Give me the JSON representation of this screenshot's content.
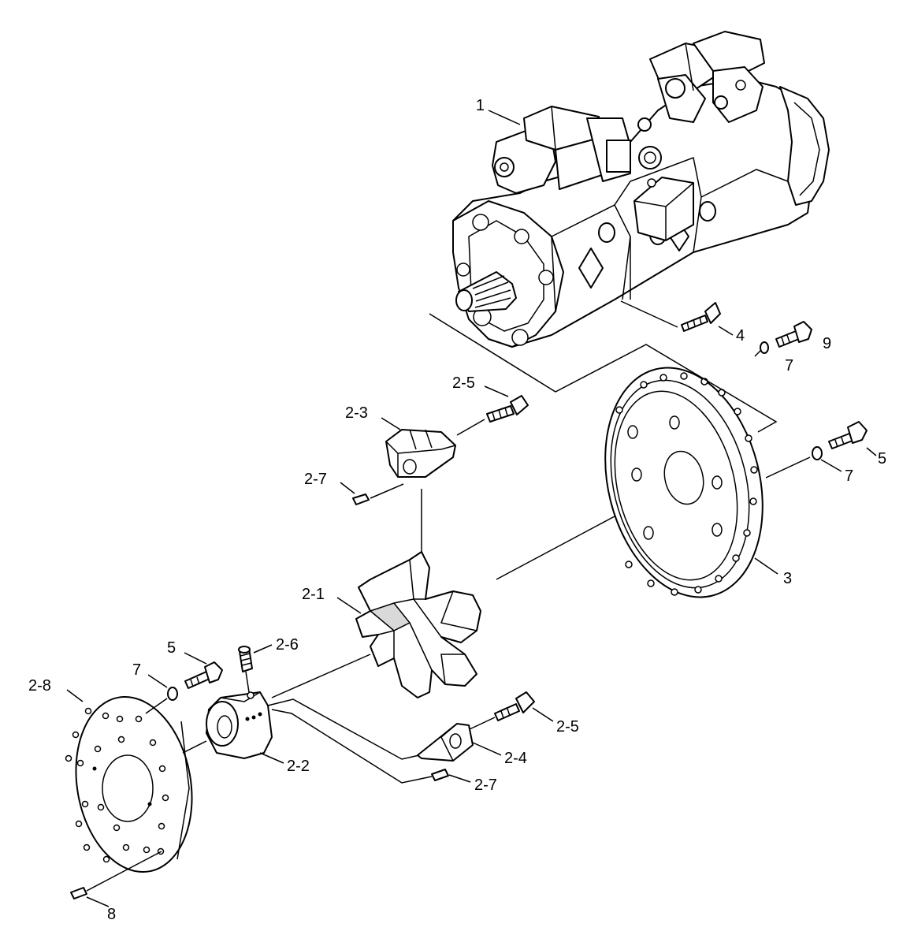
{
  "callouts": {
    "c1": "1",
    "c4": "4",
    "c9": "9",
    "c7a": "7",
    "c2_5a": "2-5",
    "c2_3": "2-3",
    "c5a": "5",
    "c7b": "7",
    "c2_7a": "2-7",
    "c3": "3",
    "c2_1": "2-1",
    "c5b": "5",
    "c2_6": "2-6",
    "c7c": "7",
    "c2_8": "2-8",
    "c2_5b": "2-5",
    "c2_2": "2-2",
    "c2_4": "2-4",
    "c2_7b": "2-7",
    "c8": "8"
  }
}
